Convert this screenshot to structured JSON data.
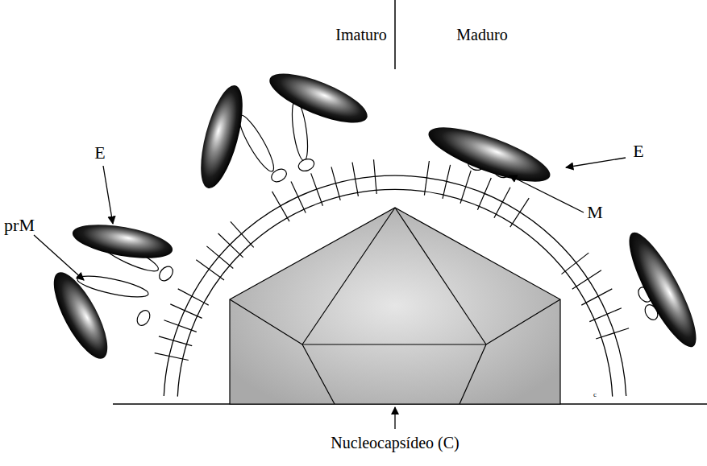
{
  "diagram": {
    "labels": [
      "Imaturo",
      "Maduro",
      "E",
      "prM",
      "E",
      "M",
      "Nucleocapsídeo (C)",
      "c"
    ]
  }
}
